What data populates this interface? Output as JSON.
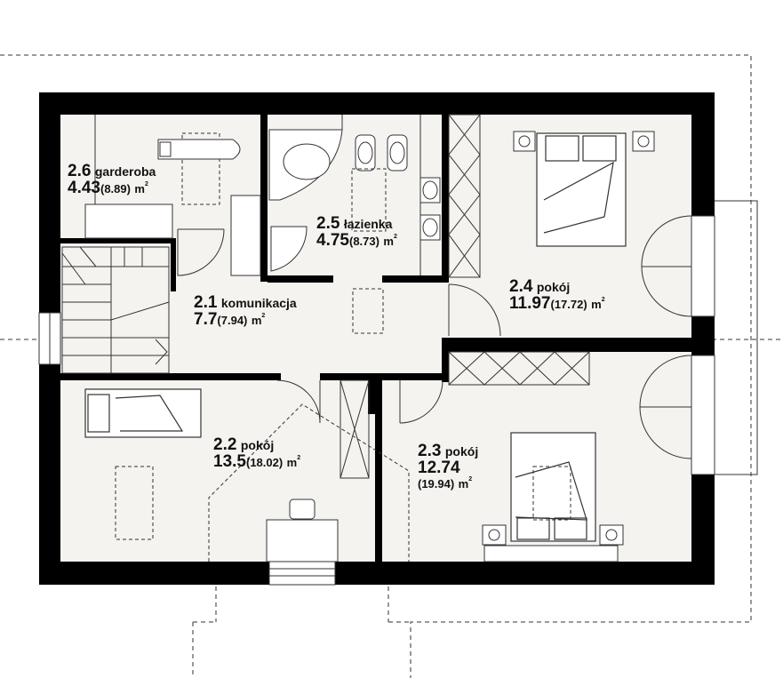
{
  "rooms": [
    {
      "id": "2.6",
      "number": "2.6",
      "name": "garderoba",
      "area": "4.43",
      "area_total": "(8.89)",
      "unit": "m"
    },
    {
      "id": "2.5",
      "number": "2.5",
      "name": "łazienka",
      "area": "4.75",
      "area_total": "(8.73)",
      "unit": "m"
    },
    {
      "id": "2.4",
      "number": "2.4",
      "name": "pokój",
      "area": "11.97",
      "area_total": "(17.72)",
      "unit": "m"
    },
    {
      "id": "2.1",
      "number": "2.1",
      "name": "komunikacja",
      "area": "7.7",
      "area_total": "(7.94)",
      "unit": "m"
    },
    {
      "id": "2.2",
      "number": "2.2",
      "name": "pokój",
      "area": "13.5",
      "area_total": "(18.02)",
      "unit": "m"
    },
    {
      "id": "2.3",
      "number": "2.3",
      "name": "pokój",
      "area": "12.74",
      "area_total": "(19.94)",
      "unit": "m"
    }
  ],
  "colors": {
    "wall": "#000000",
    "floor": "#f5f3ef",
    "line": "#333333",
    "dashed": "#333333"
  }
}
